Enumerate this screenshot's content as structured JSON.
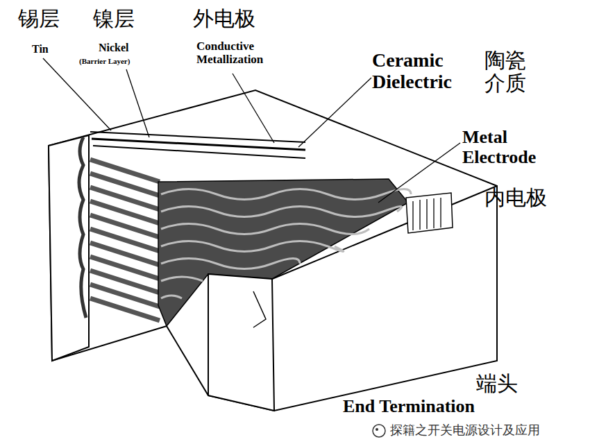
{
  "diagram": {
    "labels": [
      "锡层",
      "镍层",
      "外电极",
      "Tin",
      "Nickel",
      "(Barrier Layer)",
      "Conductive Metallization",
      "Ceramic Dielectric",
      "陶瓷 介质",
      "Metal Electrode",
      "内电极",
      "端头",
      "End Termination",
      "探籍之开关电源设计及应用"
    ]
  }
}
